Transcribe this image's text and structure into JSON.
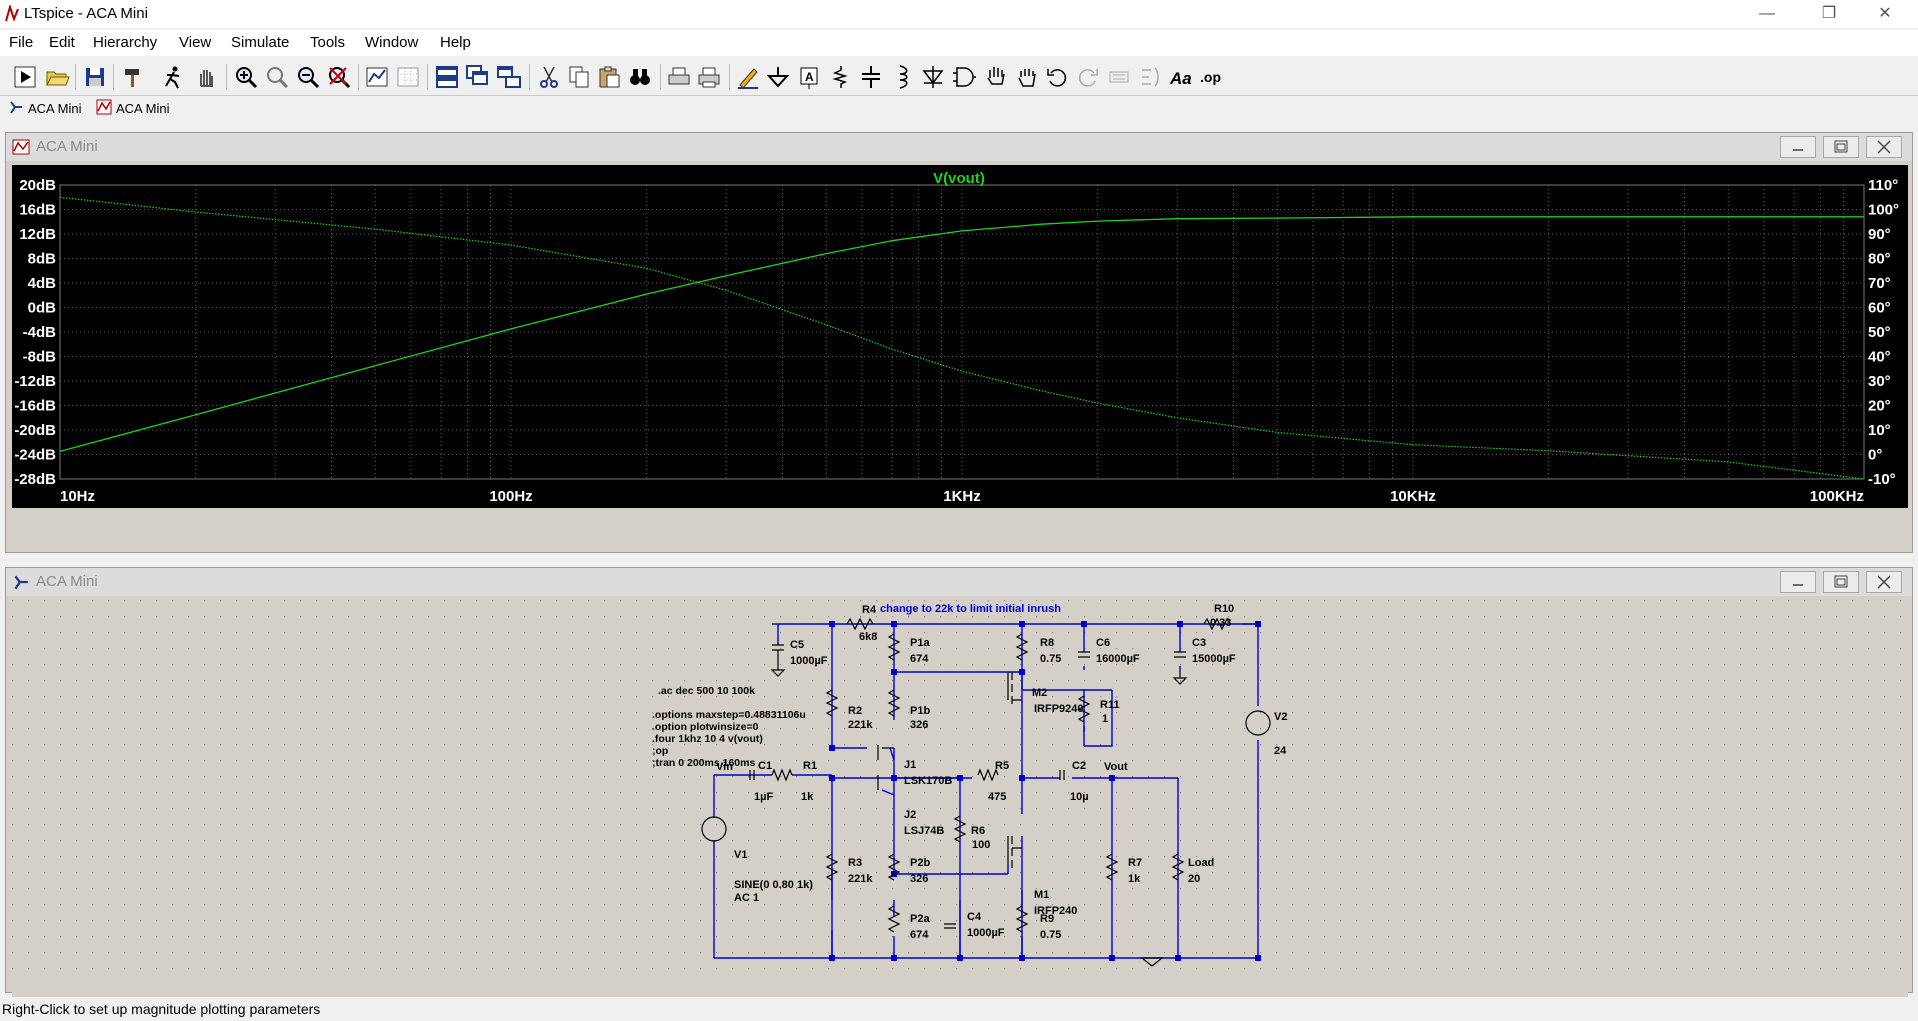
{
  "window": {
    "title": "LTspice - ACA Mini"
  },
  "menu": [
    "File",
    "Edit",
    "Hierarchy",
    "View",
    "Simulate",
    "Tools",
    "Window",
    "Help"
  ],
  "toolbar": [
    "run",
    "open",
    "save",
    "control-panel",
    "halt",
    "pan",
    "zoom-in",
    "zoom-area",
    "zoom-out",
    "zoom-fit",
    "autorange",
    "grid",
    "tile-horizontal",
    "cascade",
    "tile-vertical",
    "cut",
    "copy",
    "paste",
    "find",
    "print-setup",
    "print",
    "draw-wire",
    "ground",
    "label-net",
    "resistor",
    "capacitor",
    "inductor",
    "diode",
    "component",
    "move",
    "drag",
    "undo",
    "redo",
    "rotate",
    "mirror",
    "text",
    "spice-directive"
  ],
  "tabs": [
    "ACA Mini",
    "ACA Mini"
  ],
  "plot_window": {
    "title": "ACA Mini"
  },
  "schematic_window": {
    "title": "ACA Mini"
  },
  "status": "Right-Click to set up magnitude plotting parameters",
  "colors": {
    "trace": "#1ed11e",
    "plot_bg": "#000000",
    "wire": "#0000cc",
    "grid": "#7a7a7a"
  },
  "chart_data": {
    "type": "line",
    "title": "V(vout)",
    "x_scale": "log",
    "xlim": [
      10,
      100000
    ],
    "x_ticks": [
      "10Hz",
      "100Hz",
      "1KHz",
      "10KHz",
      "100KHz"
    ],
    "ylim_left": [
      -28,
      20
    ],
    "y_ticks_left": [
      "20dB",
      "16dB",
      "12dB",
      "8dB",
      "4dB",
      "0dB",
      "-4dB",
      "-8dB",
      "-12dB",
      "-16dB",
      "-20dB",
      "-24dB",
      "-28dB"
    ],
    "ylim_right": [
      -10,
      110
    ],
    "y_ticks_right": [
      "110°",
      "100°",
      "90°",
      "80°",
      "70°",
      "60°",
      "50°",
      "40°",
      "30°",
      "20°",
      "10°",
      "0°",
      "-10°"
    ],
    "series": [
      {
        "name": "magnitude",
        "axis": "left",
        "style": "solid",
        "x": [
          10,
          20,
          50,
          100,
          200,
          300,
          500,
          700,
          1000,
          1500,
          2000,
          3000,
          5000,
          10000,
          20000,
          50000,
          100000
        ],
        "y": [
          -23.5,
          -17.5,
          -9.5,
          -3.5,
          2.2,
          5.2,
          8.8,
          10.9,
          12.5,
          13.6,
          14.1,
          14.5,
          14.6,
          14.8,
          14.8,
          14.8,
          14.8
        ]
      },
      {
        "name": "phase",
        "axis": "right",
        "style": "dotted",
        "x": [
          10,
          20,
          50,
          100,
          200,
          300,
          500,
          700,
          1000,
          1500,
          2000,
          3000,
          5000,
          10000,
          20000,
          50000,
          100000
        ],
        "y": [
          105,
          99,
          92,
          85.5,
          76,
          67,
          53,
          43,
          34,
          26,
          21,
          15,
          9,
          4,
          1.5,
          -3,
          -10
        ]
      }
    ]
  },
  "schematic": {
    "directives": [
      ".ac dec 500 10 100k",
      ".options maxstep=0.48831106u",
      ".option plotwinsize=0",
      ".four 1khz 10 4 v(vout)",
      ";op",
      ";tran 0 200ms 160ms"
    ],
    "comment": "change to 22k to limit initial inrush",
    "net_labels": [
      "Vin",
      "Vout"
    ],
    "components": [
      {
        "ref": "R4",
        "value": "6k8"
      },
      {
        "ref": "R10",
        "value": "0.33"
      },
      {
        "ref": "C5",
        "value": "1000µF"
      },
      {
        "ref": "P1a",
        "value": "674"
      },
      {
        "ref": "R8",
        "value": "0.75"
      },
      {
        "ref": "C6",
        "value": "16000µF"
      },
      {
        "ref": "C3",
        "value": "15000µF"
      },
      {
        "ref": "M2",
        "value": "IRFP9240"
      },
      {
        "ref": "R11",
        "value": "1"
      },
      {
        "ref": "R2",
        "value": "221k"
      },
      {
        "ref": "P1b",
        "value": "326"
      },
      {
        "ref": "V2",
        "value": "24"
      },
      {
        "ref": "J1",
        "value": "LSK170B"
      },
      {
        "ref": "C1",
        "value": "1µF"
      },
      {
        "ref": "R1",
        "value": "1k"
      },
      {
        "ref": "R5",
        "value": "475"
      },
      {
        "ref": "C2",
        "value": "10µ"
      },
      {
        "ref": "J2",
        "value": "LSJ74B"
      },
      {
        "ref": "R6",
        "value": "100"
      },
      {
        "ref": "V1",
        "value": "SINE(0 0.80 1k)",
        "value2": "AC 1"
      },
      {
        "ref": "R3",
        "value": "221k"
      },
      {
        "ref": "P2b",
        "value": "326"
      },
      {
        "ref": "R7",
        "value": "1k"
      },
      {
        "ref": "Load",
        "value": "20"
      },
      {
        "ref": "M1",
        "value": "IRFP240"
      },
      {
        "ref": "C4",
        "value": "1000µF"
      },
      {
        "ref": "P2a",
        "value": "674"
      },
      {
        "ref": "R9",
        "value": "0.75"
      }
    ]
  }
}
